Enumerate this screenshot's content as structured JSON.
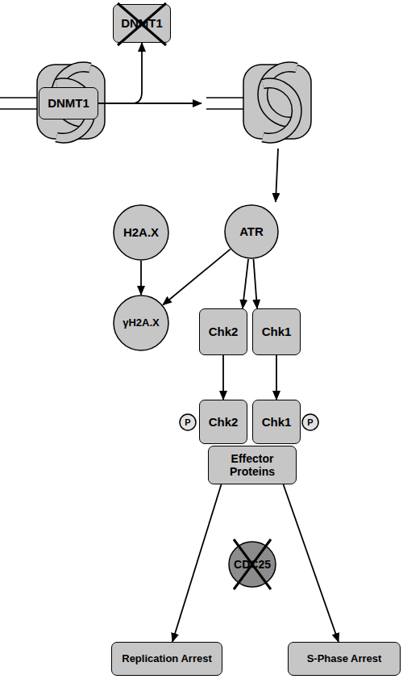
{
  "diagram": {
    "nodes": [
      {
        "text": [
          "DNMT1"
        ]
      },
      {
        "text": [
          "DNMT1"
        ]
      },
      {
        "text": [
          "H2A.X"
        ]
      },
      {
        "text": [
          "ATR"
        ]
      },
      {
        "text": [
          "γH2A.X"
        ]
      },
      {
        "text": [
          "Chk2"
        ]
      },
      {
        "text": [
          "Chk1"
        ]
      },
      {
        "text": [
          "P"
        ]
      },
      {
        "text": [
          "Chk2"
        ]
      },
      {
        "text": [
          "Chk1"
        ]
      },
      {
        "text": [
          "P"
        ]
      },
      {
        "text": [
          "Effector Proteins"
        ]
      },
      {
        "text": [
          "CDC25"
        ]
      },
      {
        "text": [
          "Replication Arrest"
        ]
      },
      {
        "text": [
          "S-Phase Arrest"
        ]
      }
    ],
    "edges": [
      {
        "from": 1,
        "to": 0,
        "arrow": "to"
      },
      {
        "from": 2,
        "to": 4,
        "arrow": "to"
      },
      {
        "from": 3,
        "to": 4,
        "arrow": "to"
      },
      {
        "from": 3,
        "to": 5,
        "arrow": "to"
      },
      {
        "from": 3,
        "to": 6,
        "arrow": "to"
      },
      {
        "from": 5,
        "to": 8,
        "arrow": "to"
      },
      {
        "from": 6,
        "to": 9,
        "arrow": "to"
      },
      {
        "from": 11,
        "to": 13,
        "arrow": "to"
      },
      {
        "from": 11,
        "to": 14,
        "arrow": "to"
      }
    ]
  }
}
